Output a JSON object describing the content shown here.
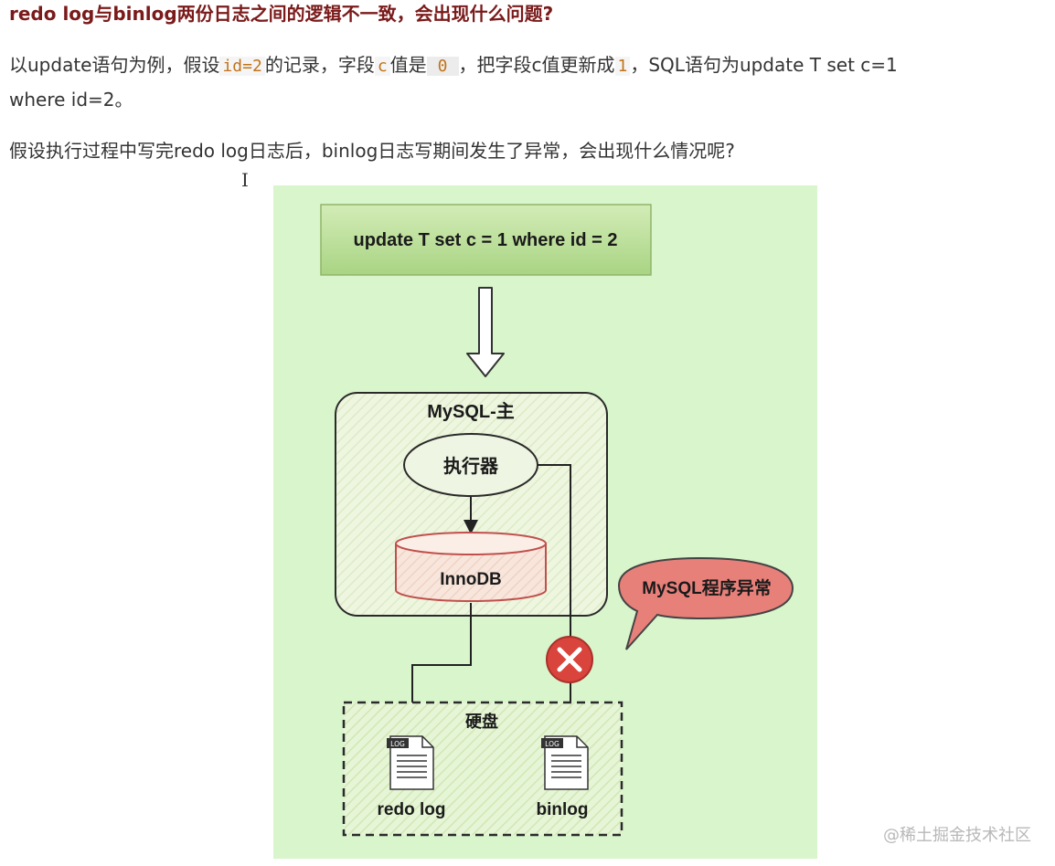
{
  "heading": "redo log与binlog两份日志之间的逻辑不一致，会出现什么问题?",
  "paragraph1": {
    "t1": "以update语句为例，假设",
    "code1": "id=2",
    "t2": "的记录，字段",
    "code2": "c",
    "t3": "值是",
    "code3": "0",
    "t4": "，把字段c值更新成",
    "code4": "1",
    "t5": "，SQL语句为update T set c=1",
    "t6": "where id=2。"
  },
  "paragraph2": "假设执行过程中写完redo log日志后，binlog日志写期间发生了异常，会出现什么情况呢?",
  "cursor_glyph": "I",
  "diagram": {
    "sql_box": "update T set c = 1 where id = 2",
    "mysql_label": "MySQL-主",
    "executor": "执行器",
    "innodb": "InnoDB",
    "error_bubble": "MySQL程序异常",
    "disk_label": "硬盘",
    "log_badge": "LOG",
    "redo_log": "redo log",
    "binlog": "binlog",
    "colors": {
      "background": "#d8f5cc",
      "sql_box_fill": "#b5dc90",
      "mysql_box_fill": "#ecf6dc",
      "executor_fill": "#eef5e2",
      "innodb_fill": "#f7e2d6",
      "innodb_stroke": "#c0504d",
      "bubble_fill": "#e8807a",
      "error_circle": "#d9443c"
    }
  },
  "watermark": "@稀土掘金技术社区"
}
